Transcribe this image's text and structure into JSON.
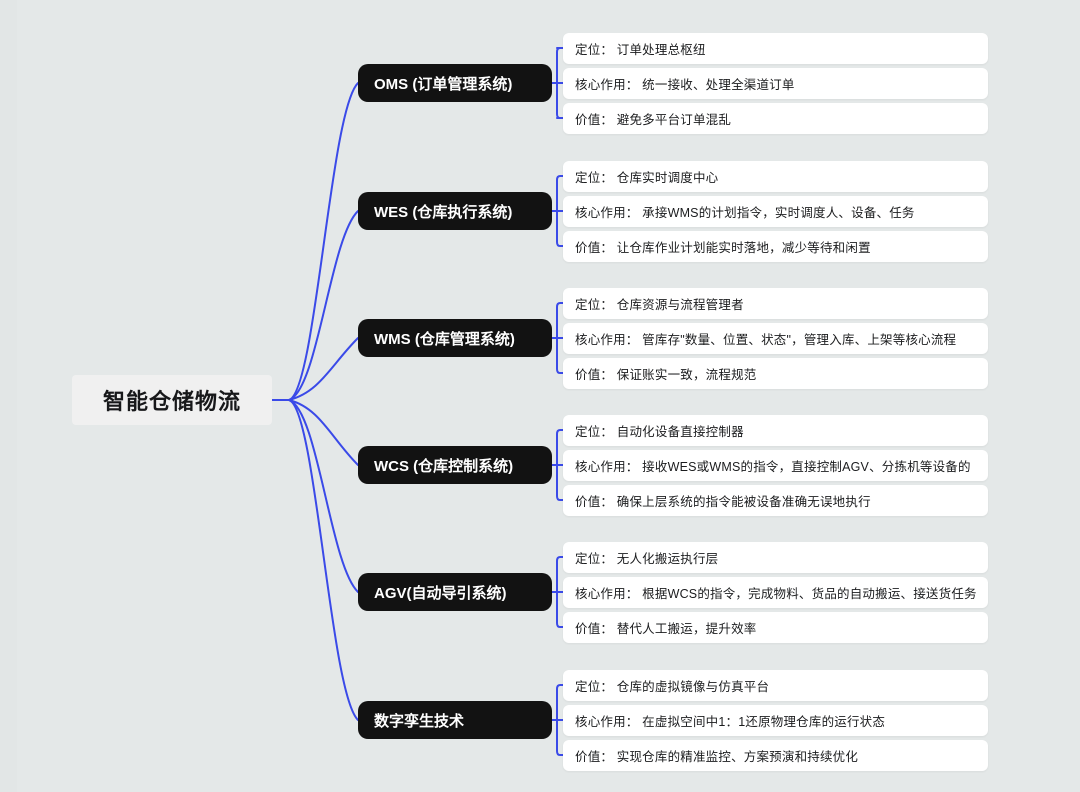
{
  "diagram": {
    "type": "mindmap",
    "title": "智能仓储物流",
    "background_color": "#e2e6e6",
    "connector_color": "#3a4ae8",
    "branch_node_color": "#121212",
    "card_color": "#ffffff"
  },
  "root": {
    "label": "智能仓储物流"
  },
  "branches": [
    {
      "label": "OMS (订单管理系统)",
      "items": [
        {
          "text": "定位： 订单处理总枢纽"
        },
        {
          "text": "核心作用： 统一接收、处理全渠道订单"
        },
        {
          "text": "价值： 避免多平台订单混乱"
        }
      ]
    },
    {
      "label": "WES (仓库执行系统)",
      "items": [
        {
          "text": "定位： 仓库实时调度中心"
        },
        {
          "text": "核心作用： 承接WMS的计划指令，实时调度人、设备、任务"
        },
        {
          "text": "价值： 让仓库作业计划能实时落地，减少等待和闲置"
        }
      ]
    },
    {
      "label": "WMS (仓库管理系统)",
      "items": [
        {
          "text": "定位： 仓库资源与流程管理者"
        },
        {
          "text": "核心作用： 管库存\"数量、位置、状态\"，管理入库、上架等核心流程"
        },
        {
          "text": "价值： 保证账实一致，流程规范"
        }
      ]
    },
    {
      "label": "WCS (仓库控制系统)",
      "items": [
        {
          "text": "定位： 自动化设备直接控制器"
        },
        {
          "text": "核心作用： 接收WES或WMS的指令，直接控制AGV、分拣机等设备的"
        },
        {
          "text": "价值： 确保上层系统的指令能被设备准确无误地执行"
        }
      ]
    },
    {
      "label": "AGV(自动导引系统)",
      "items": [
        {
          "text": "定位： 无人化搬运执行层"
        },
        {
          "text": "核心作用： 根据WCS的指令，完成物料、货品的自动搬运、接送货任务"
        },
        {
          "text": "价值： 替代人工搬运，提升效率"
        }
      ]
    },
    {
      "label": "数字孪生技术",
      "items": [
        {
          "text": "定位： 仓库的虚拟镜像与仿真平台"
        },
        {
          "text": "核心作用： 在虚拟空间中1：1还原物理仓库的运行状态"
        },
        {
          "text": "价值： 实现仓库的精准监控、方案预演和持续优化"
        }
      ]
    }
  ]
}
